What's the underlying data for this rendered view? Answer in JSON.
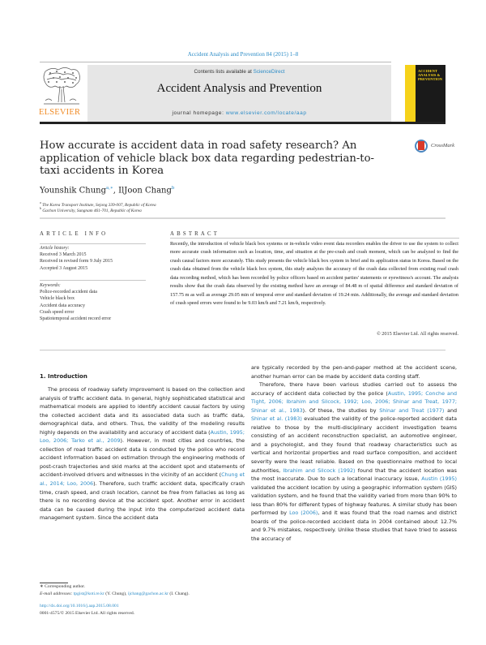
{
  "header": {
    "citation": "Accident Analysis and Prevention 84 (2015) 1–8",
    "contents_prefix": "Contents lists available at ",
    "contents_link": "ScienceDirect",
    "journal_title": "Accident Analysis and Prevention",
    "homepage_prefix": "journal homepage: ",
    "homepage_link": "www.elsevier.com/locate/aap",
    "publisher_logo": "ELSEVIER",
    "cover_title": "Accident Analysis & Prevention",
    "colors": {
      "link": "#2b8bc6",
      "elsevier_orange": "#f08a24",
      "cover_yellow": "#f6d21a",
      "masthead_bg": "#e6e6e6"
    }
  },
  "article": {
    "title": "How accurate is accident data in road safety research? An application of vehicle black box data regarding pedestrian-to-taxi accidents in Korea",
    "crossmark_label": "CrossMark",
    "authors": [
      {
        "name": "Younshik Chung",
        "sup": "a,∗"
      },
      {
        "name": "IlJoon Chang",
        "sup": "b"
      }
    ],
    "affiliations": [
      {
        "sup": "a",
        "text": "The Korea Transport Institute, Sejong 339-007, Republic of Korea"
      },
      {
        "sup": "b",
        "text": "Gachon University, Sungnam 461-701, Republic of Korea"
      }
    ]
  },
  "article_info": {
    "heading": "ARTICLE INFO",
    "history_label": "Article history:",
    "history": [
      "Received 3 March 2015",
      "Received in revised form 9 July 2015",
      "Accepted 3 August 2015"
    ],
    "keywords_label": "Keywords:",
    "keywords": [
      "Police-recorded accident data",
      "Vehicle black box",
      "Accident data accuracy",
      "Crash speed error",
      "Spatiotemporal accident record error"
    ]
  },
  "abstract": {
    "heading": "ABSTRACT",
    "text": "Recently, the introduction of vehicle black box systems or in-vehicle video event data recorders enables the driver to use the system to collect more accurate crash information such as location, time, and situation at the pre-crash and crash moment, which can be analyzed to find the crash causal factors more accurately. This study presents the vehicle black box system in brief and its application status in Korea. Based on the crash data obtained from the vehicle black box system, this study analyzes the accuracy of the crash data collected from existing road crash data recording method, which has been recorded by police officers based on accident parties' statements or eyewitness's account. The analysis results show that the crash data observed by the existing method have an average of 84.48 m of spatial difference and standard deviation of 157.75 m as well as average 29.05 min of temporal error and standard deviation of 19.24 min. Additionally, the average and standard deviation of crash speed errors were found to be 9.03 km/h and 7.21 km/h, respectively.",
    "copyright": "© 2015 Elsevier Ltd. All rights reserved."
  },
  "body": {
    "section_heading": "1.  Introduction",
    "col1": {
      "p1_a": "The process of roadway safety improvement is based on the collection and analysis of traffic accident data. In general, highly sophisticated statistical and mathematical models are applied to identify accident causal factors by using the collected accident data and its associated data such as traffic data, demographical data, and others. Thus, the validity of the modeling results highly depends on the availability and accuracy of accident data (",
      "p1_cite1": "Austin, 1995; Loo, 2006; Tarko et al., 2009",
      "p1_b": "). However, in most cities and countries, the collection of road traffic accident data is conducted by the police who record accident information based on estimation through the engineering methods of post-crash trajectories and skid marks at the accident spot and statements of accident-involved drivers and witnesses in the vicinity of an accident (",
      "p1_cite2": "Chung et al., 2014; Loo, 2006",
      "p1_c": "). Therefore, such traffic accident data, specifically crash time, crash speed, and crash location, cannot be free from fallacies as long as there is no recording device at the accident spot. Another error in accident data can be caused during the input into the computerized accident data management system. Since the accident data"
    },
    "col2": {
      "p0": "are typically recorded by the pen-and-paper method at the accident scene, another human error can be made by accident data cording staff.",
      "p2_a": "Therefore, there have been various studies carried out to assess the accuracy of accident data collected by the police (",
      "p2_cite1": "Austin, 1995; Conche and Tight, 2006; Ibrahim and Silcock, 1992; Loo, 2006; Shinar and Treat, 1977; Shinar et al., 1983",
      "p2_b": "). Of these, the studies by ",
      "p2_cite2": "Shinar and Treat (1977)",
      "p2_c": " and ",
      "p2_cite3": "Shinar et al. (1983)",
      "p2_d": " evaluated the validity of the police-reported accident data relative to those by the multi-disciplinary accident investigation teams consisting of an accident reconstruction specialist, an automotive engineer, and a psychologist, and they found that roadway characteristics such as vertical and horizontal properties and road surface composition, and accident severity were the least reliable. Based on the questionnaire method to local authorities, ",
      "p2_cite4": "Ibrahim and Silcock (1992)",
      "p2_e": " found that the accident location was the most inaccurate. Due to such a locational inaccuracy issue, ",
      "p2_cite5": "Austin (1995)",
      "p2_f": " validated the accident location by using a geographic information system (GIS) validation system, and he found that the validity varied from more than 90% to less than 80% for different types of highway features. A similar study has been performed by ",
      "p2_cite6": "Loo (2006)",
      "p2_g": ", and it was found that the road names and district boards of the police-recorded accident data in 2004 contained about 12.7% and 9.7% mistakes, respectively. Unlike these studies that have tried to assess the accuracy of"
    }
  },
  "footnote": {
    "corresponding": "∗  Corresponding author.",
    "email_label": "E-mail addresses: ",
    "email1": "tpgist@koti.re.kr",
    "email1_owner": " (Y. Chung), ",
    "email2": "ijchang@gachon.ac.kr",
    "email2_owner": " (I. Chang).",
    "doi": "http://dx.doi.org/10.1016/j.aap.2015.08.001",
    "issn_line": "0001-4575/© 2015 Elsevier Ltd. All rights reserved."
  }
}
